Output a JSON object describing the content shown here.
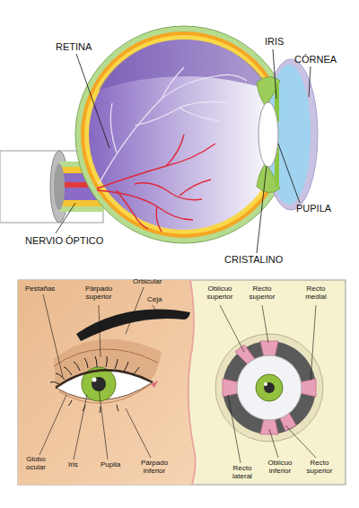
{
  "diagram": {
    "labels": [
      "RETINA",
      "IRIS",
      "CÓRNEA",
      "PUPILA",
      "NERVIO ÓPTICO",
      "CRISTALINO",
      "Pestañas",
      "Párpado superior",
      "Orbicular",
      "Ceja",
      "Globo ocular",
      "Iris",
      "Pupila",
      "Párpado inferior",
      "Oblicuo superior",
      "Recto superior",
      "Recto medial",
      "Recto lateral",
      "Oblicuo inferior",
      "Recto superior"
    ]
  }
}
